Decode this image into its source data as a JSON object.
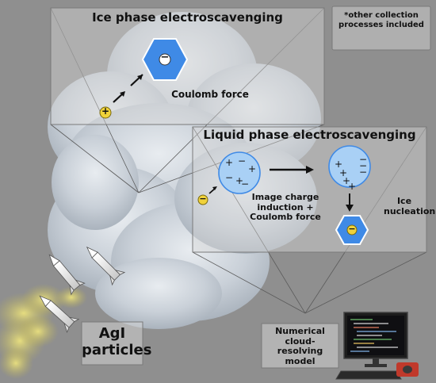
{
  "ice_panel": {
    "title": "Ice phase electroscavenging",
    "force_label": "Coulomb force"
  },
  "liquid_panel": {
    "title": "Liquid phase electroscavenging",
    "induction_label": "Image charge induction + Coulomb force",
    "nucleation_label": "Ice nucleation"
  },
  "note": "*other collection processes included",
  "particles_label": "AgI particles",
  "model_label": "Numerical cloud-resolving model",
  "signs": {
    "negative": "−",
    "positive": "+"
  },
  "colors": {
    "background": "#8f8f8f",
    "ice_crystal": "#3f8ae6",
    "droplet": "#a9d0f5",
    "droplet_edge": "#3f8ae6",
    "agi_particle": "#f0d23a",
    "smoke": "#cfc56a",
    "panel": "#d8d8d8",
    "mouse_pad": "#c0392b"
  },
  "icons": [
    "hexagonal-ice-crystal",
    "cloud-droplet",
    "rocket",
    "computer-monitor",
    "keyboard",
    "mouse"
  ]
}
